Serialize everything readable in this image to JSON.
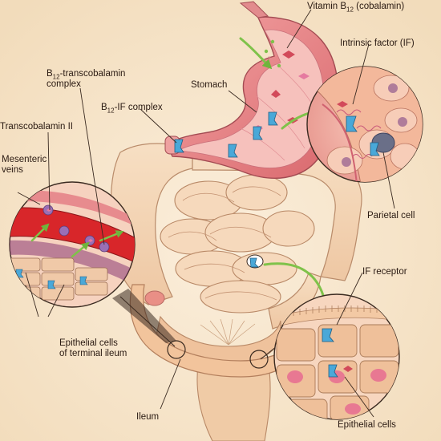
{
  "labels": {
    "vitamin_b12": {
      "pre": "Vitamin B",
      "sub": "12",
      "post": " (cobalamin)"
    },
    "intrinsic_factor": "Intrinsic factor (IF)",
    "b12_transcobalamin_complex": {
      "pre": "B",
      "sub": "12",
      "post": "-transcobalamin",
      "line2": "complex"
    },
    "stomach": "Stomach",
    "b12_if_complex": {
      "pre": "B",
      "sub": "12",
      "post": "-IF complex"
    },
    "transcobalamin_ii": "Transcobalamin II",
    "mesenteric_veins": {
      "line1": "Mesenteric",
      "line2": "veins"
    },
    "parietal_cell": "Parietal cell",
    "if_receptor": "IF receptor",
    "epithelial_cells_terminal_ileum": {
      "line1": "Epithelial cells",
      "line2": "of terminal ileum"
    },
    "ileum": "Ileum",
    "epithelial_cells": "Epithelial cells"
  },
  "colors": {
    "background": "#f7e6c8",
    "intestine": "#f3d5b6",
    "stomach_wall": "#e98a8c",
    "stomach_lining": "#f4b7b3",
    "vessel": "#d8262a",
    "complex_blue": "#4aa8d8",
    "arrow_green": "#7fc24a",
    "leader_line": "#3a2a20"
  }
}
